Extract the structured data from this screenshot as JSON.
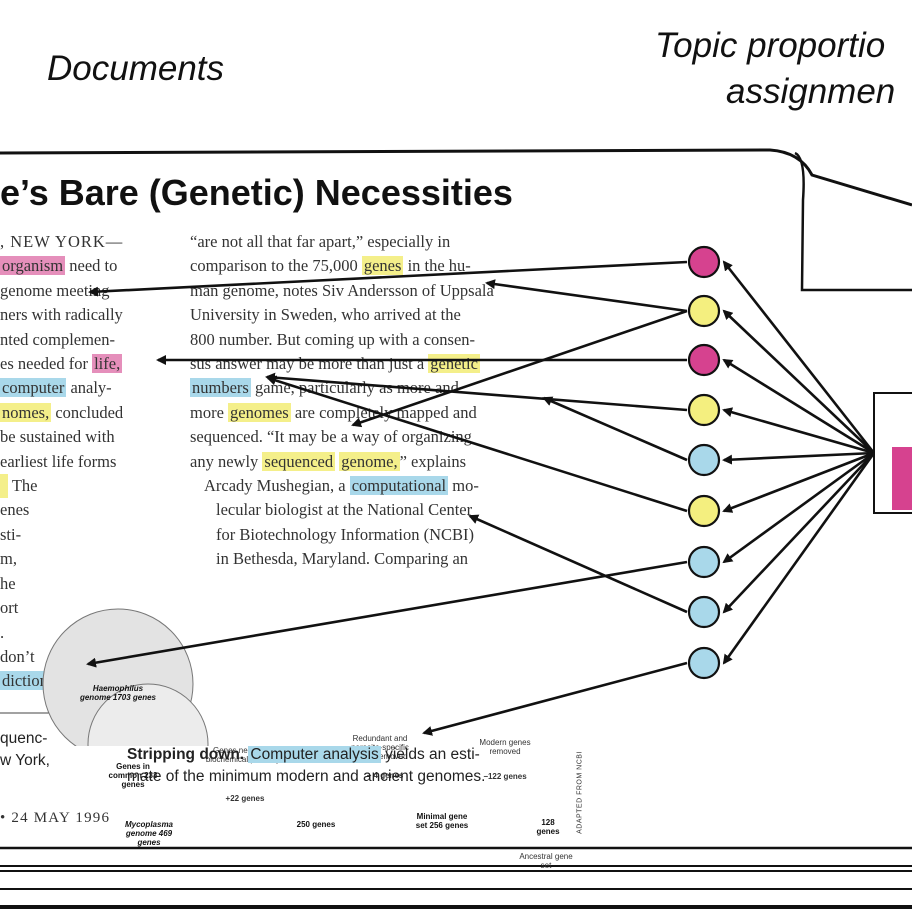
{
  "headers": {
    "documents": "Documents",
    "topic_line1": "Topic proportio",
    "topic_line2": "assignmen"
  },
  "article": {
    "title": "e’s Bare (Genetic) Necessities",
    "left_col": {
      "l1": ", NEW YORK—",
      "l2_hl": "organism",
      "l2_rest": " need to",
      "l3": "genome meeting",
      "l4": "ners with radically",
      "l5": "nted complemen-",
      "l6_pre": "es needed for ",
      "l6_hl": "life,",
      "l7_hl": "computer",
      "l7_rest": " analy-",
      "l8_hl": "nomes,",
      "l8_rest": " concluded",
      "l9": "be sustained with",
      "l10": "earliest life forms",
      "l11_rest": " The",
      "l12": "enes",
      "l13": "sti-",
      "l14": "m,",
      "l15": "he",
      "l16": "ort",
      "l17": ".",
      "l18": "don’t",
      "l19_hl": "dictions",
      "l20": "quenc-",
      "l21": "w York,"
    },
    "mid_col": {
      "m1": "“are not all that far apart,” especially in",
      "m2_pre": "comparison to the 75,000 ",
      "m2_hl": "genes",
      "m2_post": " in the hu-",
      "m3": "man genome, notes Siv Andersson of Uppsala",
      "m4": "University in Sweden, who arrived at the",
      "m5": "800 number. But coming up with a consen-",
      "m6_pre": "sus answer may be more than just a ",
      "m6_hl": "genetic",
      "m7_hl": "numbers",
      "m7_post": " game, particularly as more and",
      "m8_pre": "more ",
      "m8_hl": "genomes",
      "m8_post": " are completely mapped and",
      "m9": "sequenced. “It may be a way of organizing",
      "m10_pre": "any newly ",
      "m10_hl1": "sequenced",
      "m10_hl2": "genome,",
      "m10_post": "” explains",
      "m11_pre": "Arcady Mushegian, a ",
      "m11_hl": "computational",
      "m11_post": " mo-",
      "m12": "lecular biologist at the National Center",
      "m13": "for Biotechnology Information (NCBI)",
      "m14": "in Bethesda, Maryland. Comparing an"
    },
    "figure": {
      "haemophilus": "Haemophilus genome 1703 genes",
      "common": "Genes in common 233 genes",
      "mycoplasma": "Mycoplasma genome 469 genes",
      "biochem": "Genes needed for biochemical pathways",
      "plus22": "+22 genes",
      "n250": "250 genes",
      "redundant": "Redundant and parasite-specific genes removed",
      "minus4": "− 4 genes",
      "minimal": "Minimal gene set 256 genes",
      "modern": "Modern genes removed",
      "minus122": "−122 genes",
      "n128": "128 genes",
      "ancestral": "Ancestral gene set",
      "credit": "ADAPTED FROM NCBI"
    },
    "caption": {
      "bold": "Stripping down.",
      "hl": "Computer analysis",
      "rest": " yields an esti-",
      "line2": "mate of the minimum modern and ancient genomes."
    },
    "footer": "24 MAY 1996"
  },
  "topics": [
    "pink",
    "yellow",
    "pink",
    "yellow",
    "blue",
    "yellow",
    "blue",
    "blue",
    "blue"
  ],
  "colors": {
    "pink": "#d6428f",
    "yellow": "#f4ef7f",
    "blue": "#a9d8ea",
    "bar": "#d6428f"
  }
}
